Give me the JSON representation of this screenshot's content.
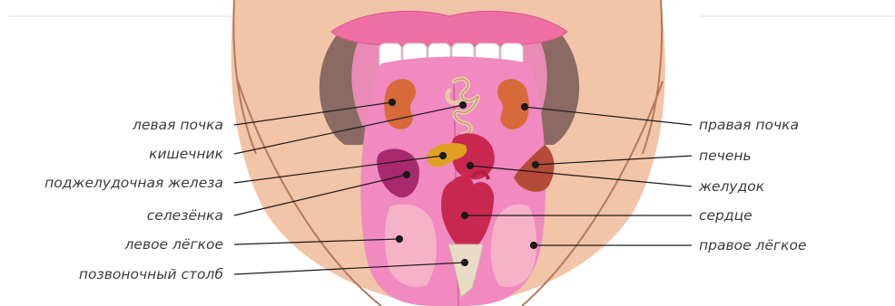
{
  "diagram": {
    "left_labels": [
      {
        "id": "left-kidney",
        "text": "левая почка"
      },
      {
        "id": "intestine",
        "text": "кишечник"
      },
      {
        "id": "pancreas",
        "text": "поджелудочная железа"
      },
      {
        "id": "spleen",
        "text": "селезёнка"
      },
      {
        "id": "left-lung",
        "text": "левое лёгкое"
      },
      {
        "id": "spine",
        "text": "позвоночный столб"
      }
    ],
    "right_labels": [
      {
        "id": "right-kidney",
        "text": "правая почка"
      },
      {
        "id": "liver",
        "text": "печень"
      },
      {
        "id": "stomach",
        "text": "желудок"
      },
      {
        "id": "heart",
        "text": "сердце"
      },
      {
        "id": "right-lung",
        "text": "правое лёгкое"
      }
    ]
  },
  "colors": {
    "skin": "#f2c4a8",
    "skin_shadow": "#e9a98e",
    "lips": "#ee6fa3",
    "tongue": "#f08ac0",
    "tongue_dark": "#e276b0",
    "lung": "#f6b3c8",
    "organ_red": "#c8284f",
    "kidney": "#d86a3a",
    "liver": "#b44a38",
    "spleen": "#a8296e",
    "pancreas": "#e0a021",
    "spine": "#e8dcc6",
    "line": "#1a1a1a"
  }
}
